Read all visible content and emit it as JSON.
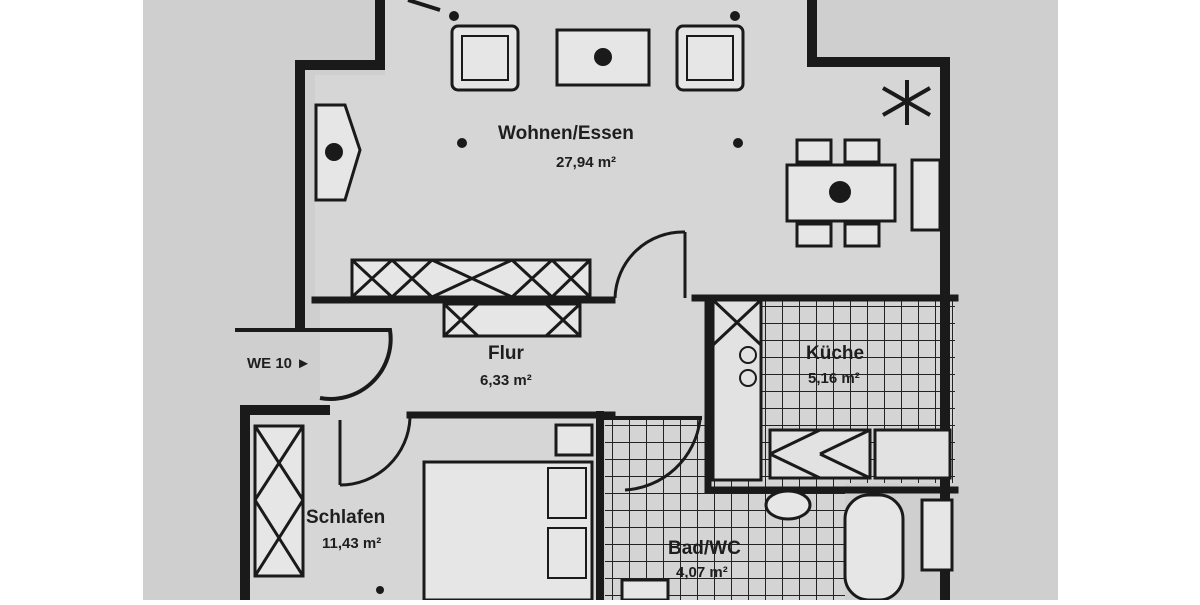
{
  "rooms": {
    "living": {
      "name": "Wohnen/Essen",
      "area": "27,94 m²"
    },
    "hall": {
      "name": "Flur",
      "area": "6,33 m²"
    },
    "kitchen": {
      "name": "Küche",
      "area": "5,16 m²"
    },
    "bedroom": {
      "name": "Schlafen",
      "area": "11,43 m²"
    },
    "bath": {
      "name": "Bad/WC",
      "area": "4,07 m²"
    }
  },
  "entrance": {
    "label": "WE 10 ►"
  },
  "colors": {
    "paper": "#cfcfcf",
    "wall": "#1a1a1a",
    "margin": "#ffffff"
  }
}
